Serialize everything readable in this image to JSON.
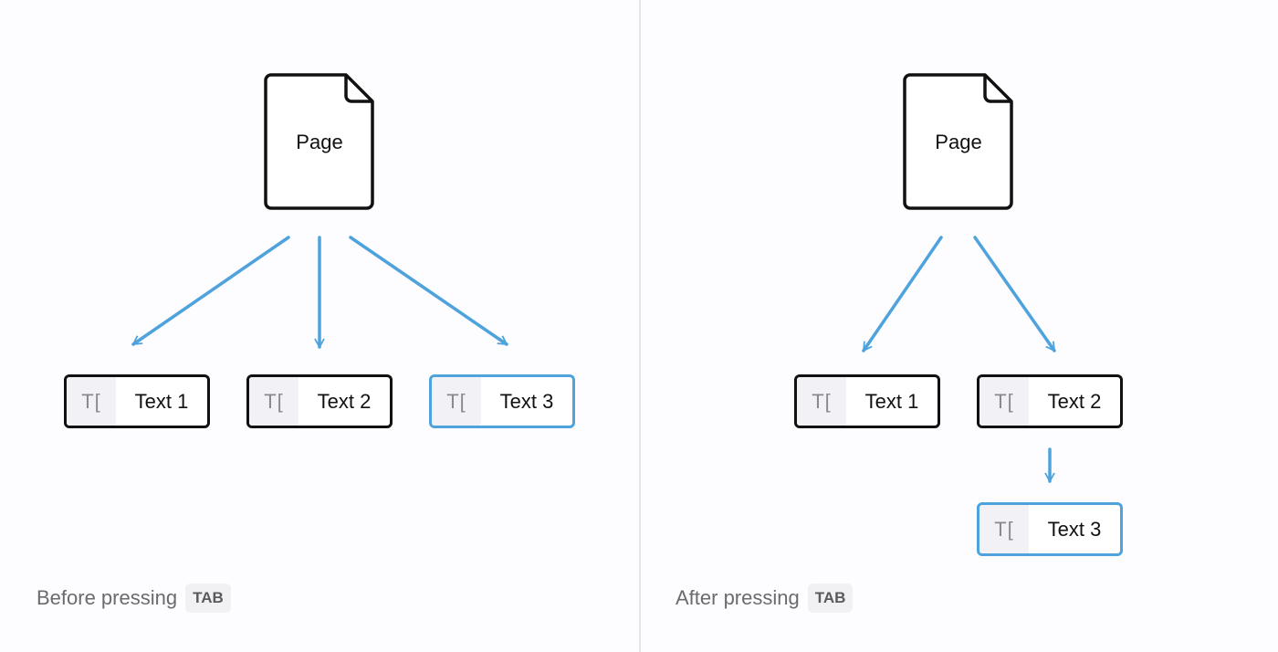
{
  "colors": {
    "accent": "#4ea3dc",
    "border": "#111111",
    "icon_bg": "#f2f1f5"
  },
  "before": {
    "page_label": "Page",
    "blocks": [
      {
        "icon": "text-icon",
        "glyph": "T[",
        "label": "Text 1"
      },
      {
        "icon": "text-icon",
        "glyph": "T[",
        "label": "Text 2"
      },
      {
        "icon": "text-icon",
        "glyph": "T[",
        "label": "Text 3",
        "selected": true
      }
    ],
    "caption": "Before pressing",
    "key": "TAB"
  },
  "after": {
    "page_label": "Page",
    "blocks": [
      {
        "icon": "text-icon",
        "glyph": "T[",
        "label": "Text 1"
      },
      {
        "icon": "text-icon",
        "glyph": "T[",
        "label": "Text 2"
      },
      {
        "icon": "text-icon",
        "glyph": "T[",
        "label": "Text 3",
        "selected": true
      }
    ],
    "caption": "After pressing",
    "key": "TAB"
  }
}
